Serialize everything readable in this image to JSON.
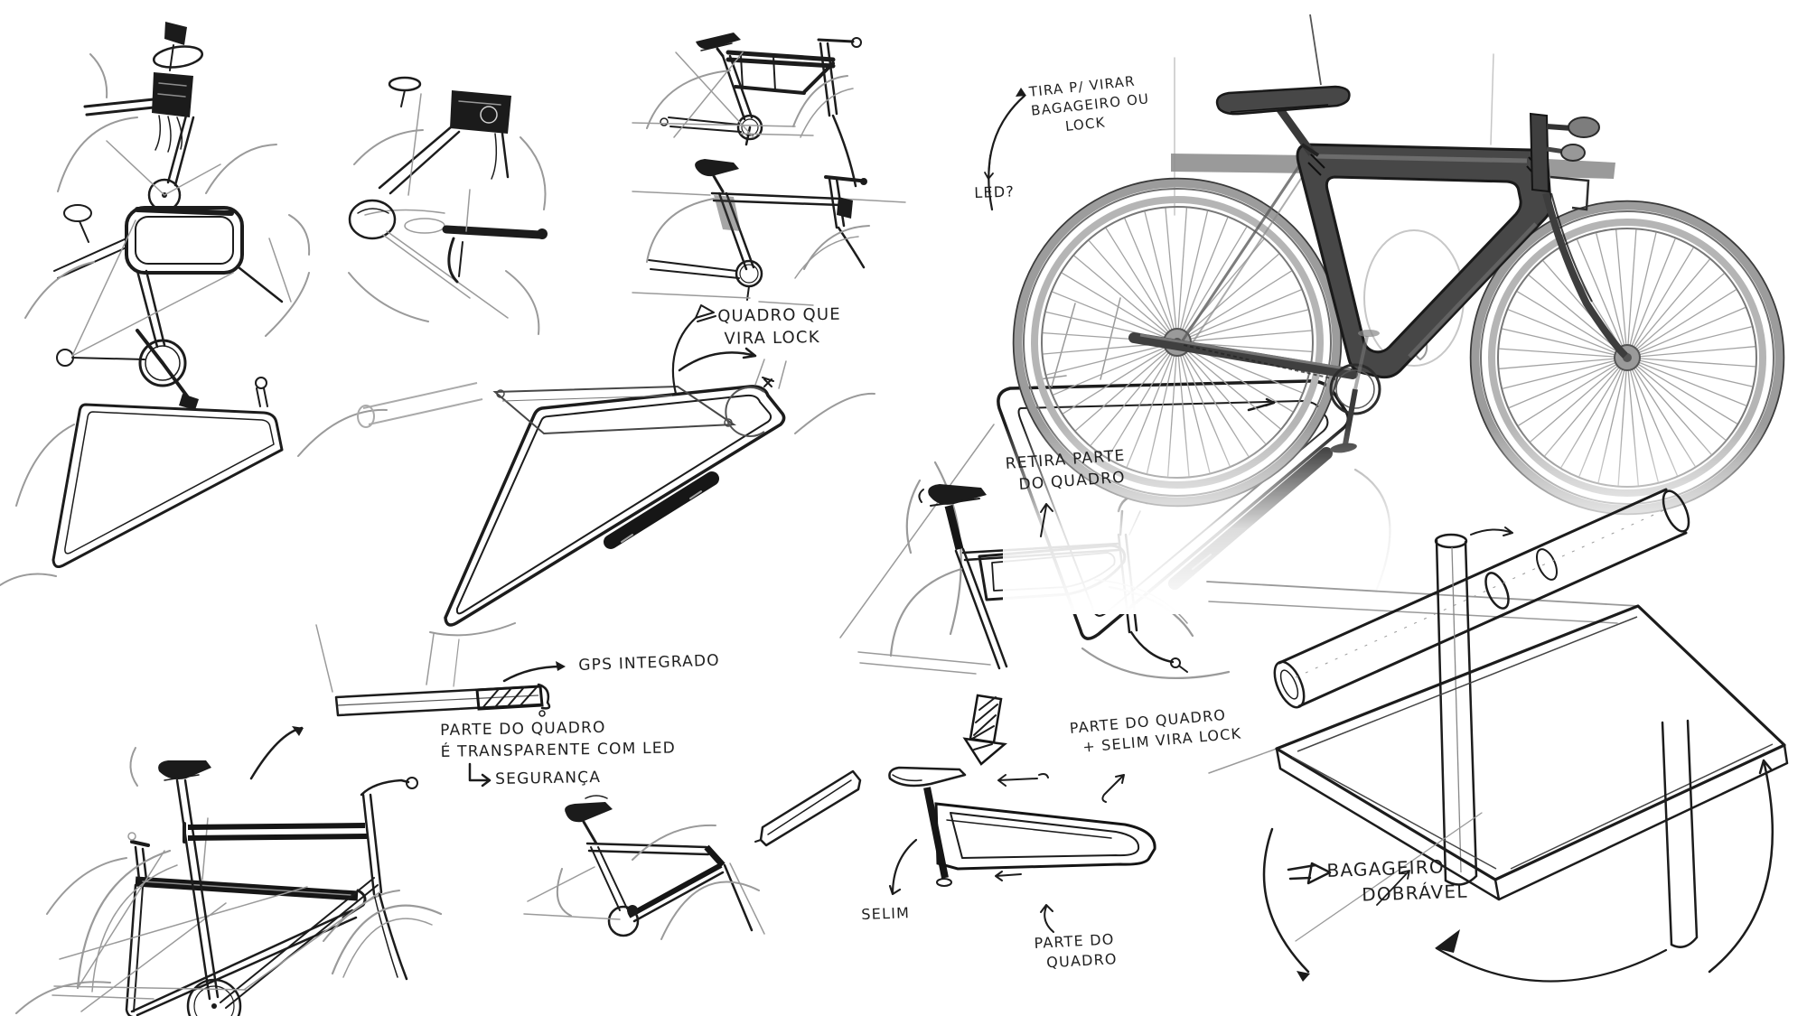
{
  "page": {
    "title": "Bicycle design concept sketch sheet",
    "language": "Portuguese",
    "background": "#ffffff"
  },
  "colors": {
    "ink": "#1c1c1c",
    "pencil": "#9a9a9a",
    "render_frame": "#474747",
    "render_tire": "#9c9c9c",
    "render_rim": "#b5b5b5"
  },
  "annotations": {
    "tira": "TIRA P/ VIRAR\nBAGAGEIRO OU\n      LOCK",
    "led": "LED?",
    "quadro_lock": "QUADRO QUE\n VIRA LOCK",
    "retira": "RETIRA PARTE\n  DO QUADRO",
    "gps": "GPS INTEGRADO",
    "transparente": "PARTE DO QUADRO\nÉ TRANSPARENTE COM LED",
    "seguranca": "SEGURANÇA",
    "parte_selim": "PARTE DO QUADRO\n  + SELIM VIRA LOCK",
    "selim": "SELIM",
    "parte_quadro": "PARTE DO\n  QUADRO",
    "bagageiro": "BAGAGEIRO\n     DOBRÁVEL"
  }
}
